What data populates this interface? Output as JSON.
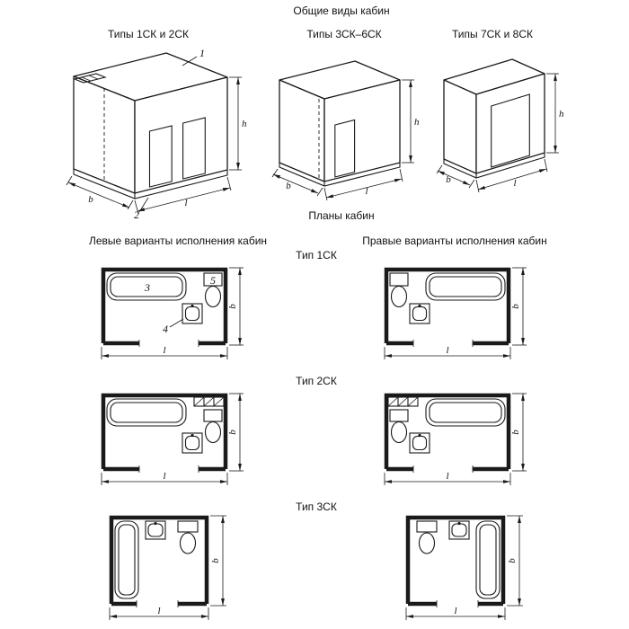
{
  "titles": {
    "main": "Общие виды кабин",
    "plans": "Планы кабин",
    "left_variants": "Левые варианты исполнения кабин",
    "right_variants": "Правые варианты исполнения кабин"
  },
  "iso": {
    "v1": {
      "label": "Типы 1СК и 2СК"
    },
    "v2": {
      "label": "Типы 3СК–6СК"
    },
    "v3": {
      "label": "Типы 7СК и 8СК"
    }
  },
  "plan_types": {
    "t1": "Тип 1СК",
    "t2": "Тип 2СК",
    "t3": "Тип 3СК"
  },
  "dims": {
    "b": "b",
    "l": "l",
    "h": "h"
  },
  "callouts": {
    "c1": "1",
    "c2": "2",
    "c3": "3",
    "c4": "4",
    "c5": "5"
  },
  "colors": {
    "line": "#1a1a1a",
    "background": "#ffffff"
  }
}
